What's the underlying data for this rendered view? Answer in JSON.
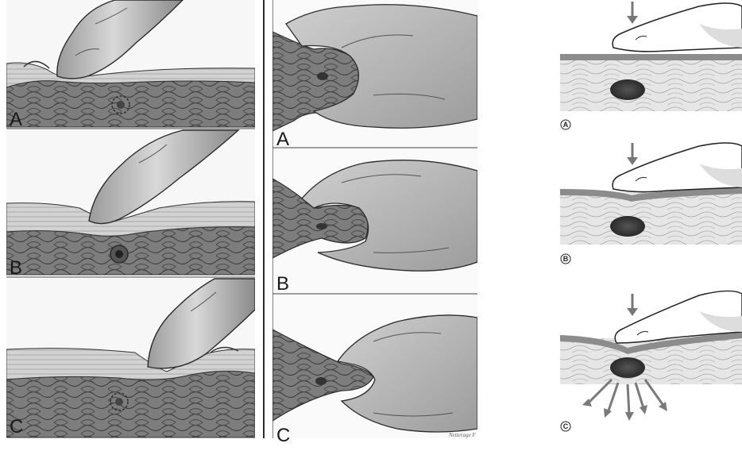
{
  "left_column": {
    "labels": [
      "A",
      "B",
      "C"
    ]
  },
  "middle_column": {
    "labels": [
      "A",
      "B",
      "C"
    ],
    "signature": "Netterage F"
  },
  "right_column": {
    "labels": [
      "A",
      "B",
      "C"
    ]
  },
  "colors": {
    "ink": "#2b2b2b",
    "tissue_fill": "#8a8a8a",
    "skin_band": "#c9c9c9",
    "right_tissue": "#dcdcdc",
    "right_skin": "#8c8c8c",
    "nodule": "#3a3a3a"
  },
  "icons": [
    "finger-icon",
    "hand-icon",
    "arrow-down-icon",
    "pain-radiation-arrows-icon"
  ]
}
